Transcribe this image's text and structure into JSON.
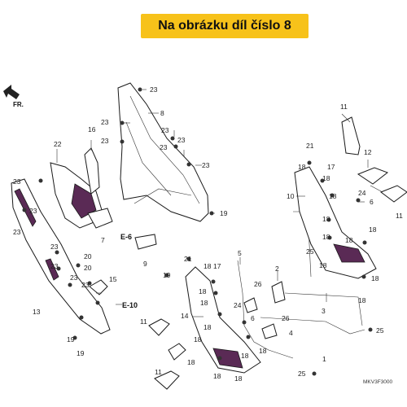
{
  "banner": {
    "text": "Na obrázku díl číslo 8",
    "color": "#f7c21a"
  },
  "direction_marker": {
    "text": "FR."
  },
  "references": [
    "E-6",
    "E-10"
  ],
  "diagram_code": "MKV3F3000",
  "callouts": {
    "n1": "1",
    "n2": "2",
    "n3": "3",
    "n4": "4",
    "n5": "5",
    "n6": "6",
    "n7": "7",
    "n8": "8",
    "n9": "9",
    "n10": "10",
    "n11": "11",
    "n12": "12",
    "n13": "13",
    "n14": "14",
    "n15": "15",
    "n16": "16",
    "n17": "17",
    "n18": "18",
    "n19": "19",
    "n20": "20",
    "n21": "21",
    "n22": "22",
    "n23": "23",
    "n24": "24",
    "n25": "25",
    "n26": "26"
  }
}
